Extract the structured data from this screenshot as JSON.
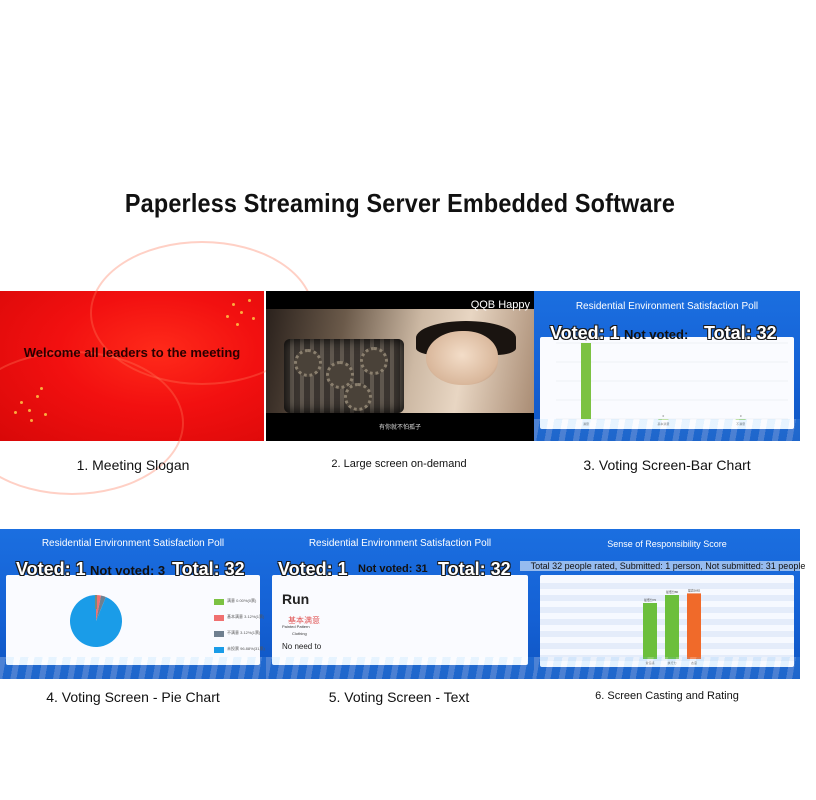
{
  "page": {
    "title": "Paperless Streaming Server Embedded Software"
  },
  "panels": [
    {
      "caption": "1. Meeting Slogan",
      "slogan": "Welcome all leaders to the meeting"
    },
    {
      "caption": "2. Large screen on-demand",
      "label": "QQB Happy",
      "subtitle": "有你就不怕孤子"
    },
    {
      "caption": "3. Voting Screen-Bar Chart",
      "title": "Residential Environment Satisfaction Poll",
      "voted": "Voted: 1",
      "not_voted": "Not voted:",
      "total": "Total: 32"
    },
    {
      "caption": "4. Voting Screen - Pie Chart",
      "title": "Residential Environment Satisfaction Poll",
      "voted": "Voted: 1",
      "not_voted": "Not voted: 3",
      "total": "Total: 32"
    },
    {
      "caption": "5. Voting Screen - Text",
      "title": "Residential Environment Satisfaction Poll",
      "voted": "Voted: 1",
      "not_voted": "Not voted: 31",
      "total": "Total: 32",
      "run": "Run",
      "red_text": "基本满意",
      "pattern": "Painted Pattern",
      "clothing": "Clothing",
      "no_need": "No need to"
    },
    {
      "caption": "6. Screen Casting and Rating",
      "title": "Sense of Responsibility Score",
      "summary": "Total 32 people rated, Submitted: 1 person, Not submitted: 31 people"
    }
  ],
  "bar_chart": {
    "categories": [
      "满意",
      "基本满意",
      "不满意"
    ],
    "values": [
      1,
      0,
      0
    ],
    "ylim": [
      0,
      1
    ],
    "colors": [
      "#7cc242",
      "#7cc242",
      "#7cc242"
    ]
  },
  "pie_chart": {
    "slices": [
      {
        "name": "满意",
        "value": 0.0,
        "pct": "0.00%(0票)",
        "color": "#7cc242"
      },
      {
        "name": "基本满意",
        "value": 3.1,
        "pct": "3.12%(1票)",
        "color": "#f07070"
      },
      {
        "name": "不满意",
        "value": 3.1,
        "pct": "3.12%(1票)",
        "color": "#6f7f8f"
      },
      {
        "name": "未投票",
        "value": 93.8,
        "pct": "96.88%(31票)",
        "color": "#1a9ce8"
      }
    ],
    "marker_color": "#7a8a7a"
  },
  "rating_chart": {
    "categories": [
      "责任感",
      "执行力",
      "态度"
    ],
    "values": [
      70,
      80,
      82
    ],
    "labels": [
      "最低分70",
      "最低分80",
      "最高分82"
    ],
    "colors": [
      "#6cbf3c",
      "#6cbf3c",
      "#f06a2a"
    ],
    "ylim": [
      0,
      100
    ]
  }
}
